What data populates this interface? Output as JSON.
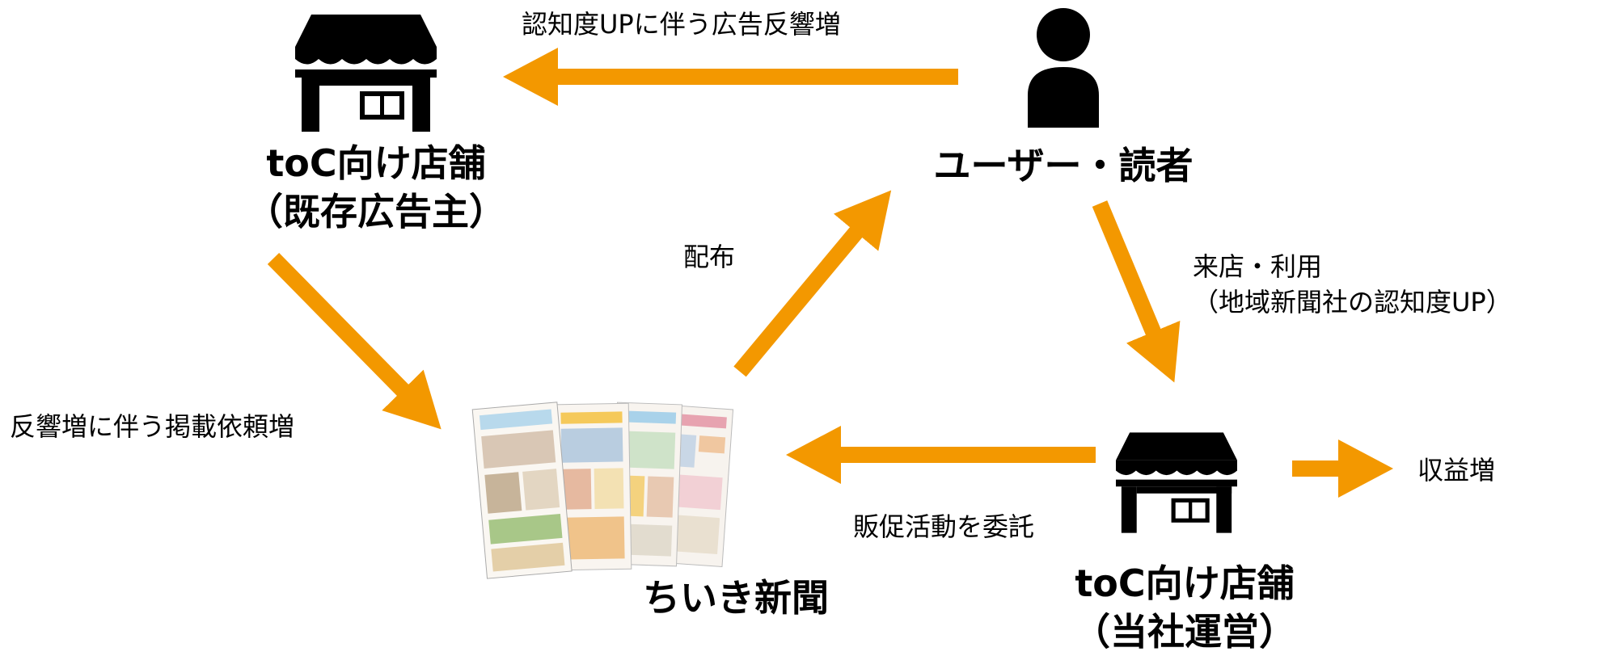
{
  "colors": {
    "arrow": "#F39800",
    "icon": "#000000",
    "text": "#000000"
  },
  "nodes": {
    "store_existing": {
      "line1": "toC向け店舗",
      "line2": "（既存広告主）",
      "icon": "storefront-icon"
    },
    "user": {
      "label": "ユーザー・読者",
      "icon": "person-icon"
    },
    "store_own": {
      "line1": "toC向け店舗",
      "line2": "（当社運営）",
      "icon": "storefront-icon"
    },
    "newspaper": {
      "label": "ちいき新聞",
      "icon": "newspaper-stack-icon"
    }
  },
  "edges": {
    "user_to_store_existing": "認知度UPに伴う広告反響増",
    "newspaper_to_user": "配布",
    "user_to_store_own_line1": "来店・利用",
    "user_to_store_own_line2": "（地域新聞社の認知度UP）",
    "store_existing_to_newspaper": "反響増に伴う掲載依頼増",
    "store_own_to_newspaper": "販促活動を委託",
    "store_own_to_revenue": "収益増"
  }
}
